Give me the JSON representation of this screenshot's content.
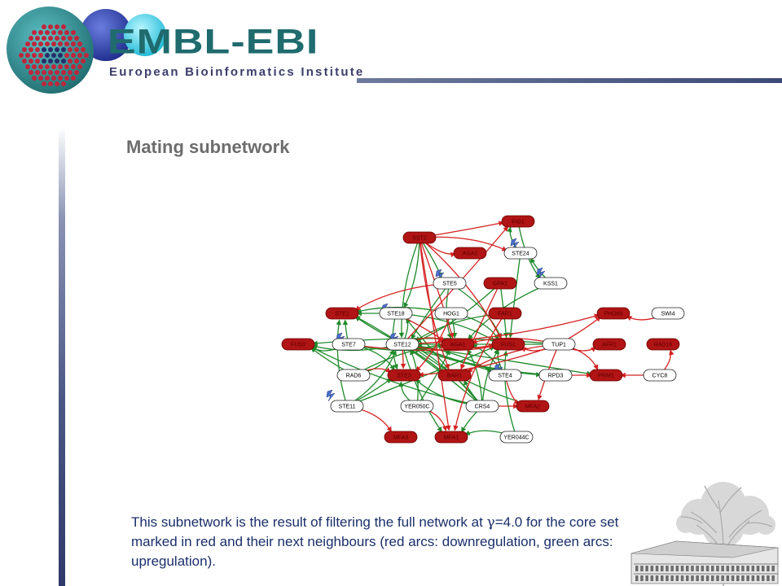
{
  "header": {
    "brand_name": "EMBL-EBI",
    "institute_name": "European Bioinformatics Institute",
    "logo_icon": "embl-ebi-hexagon-logo-icon",
    "colors": {
      "brand": "#1f6b6e",
      "subbrand": "#3d3d6b",
      "rule": "#4a5685"
    }
  },
  "slide": {
    "title": "Mating subnetwork",
    "caption": {
      "before_symbol": "This subnetwork is the result of filtering the full network at ",
      "symbol": "γ",
      "after_symbol": "=4.0 for the core set marked in red and their next neighbours (red arcs: downregulation, green arcs: upregulation)."
    },
    "decoration_icon": "tree-and-building-icon"
  },
  "network": {
    "colors": {
      "core_node": "#b01414",
      "neighbour_node": "#ffffff",
      "downregulation": "#d42020",
      "upregulation": "#1e8a2a"
    },
    "nodes": [
      {
        "label": "FIG1",
        "core": true
      },
      {
        "label": "GPA1",
        "core": true
      },
      {
        "label": "AGA2",
        "core": true
      },
      {
        "label": "STE24",
        "core": false
      },
      {
        "label": "STE5",
        "core": false
      },
      {
        "label": "FAR1",
        "core": true
      },
      {
        "label": "KSS1",
        "core": false
      },
      {
        "label": "STE2",
        "core": true
      },
      {
        "label": "STE18",
        "core": false
      },
      {
        "label": "HOG1",
        "core": false
      },
      {
        "label": "AGA1",
        "core": true
      },
      {
        "label": "PHO89",
        "core": true
      },
      {
        "label": "SWI4",
        "core": false
      },
      {
        "label": "FUS3",
        "core": true
      },
      {
        "label": "STE7",
        "core": false
      },
      {
        "label": "STE12",
        "core": false
      },
      {
        "label": "MFA1",
        "core": true
      },
      {
        "label": "FUS1",
        "core": true
      },
      {
        "label": "TUP1",
        "core": false
      },
      {
        "label": "AFR1",
        "core": true
      },
      {
        "label": "RAD16",
        "core": true
      },
      {
        "label": "RAD6",
        "core": false
      },
      {
        "label": "STE3",
        "core": true
      },
      {
        "label": "BAR1",
        "core": true
      },
      {
        "label": "STE4",
        "core": false
      },
      {
        "label": "RPD3",
        "core": false
      },
      {
        "label": "PRM1",
        "core": true
      },
      {
        "label": "CYC8",
        "core": false
      },
      {
        "label": "STE11",
        "core": false
      },
      {
        "label": "YER050C",
        "core": false
      },
      {
        "label": "CRS4",
        "core": false
      },
      {
        "label": "MFA2",
        "core": true
      },
      {
        "label": "SST2",
        "core": true
      },
      {
        "label": "MFA3",
        "core": true
      },
      {
        "label": "YER044C",
        "core": false
      }
    ]
  }
}
